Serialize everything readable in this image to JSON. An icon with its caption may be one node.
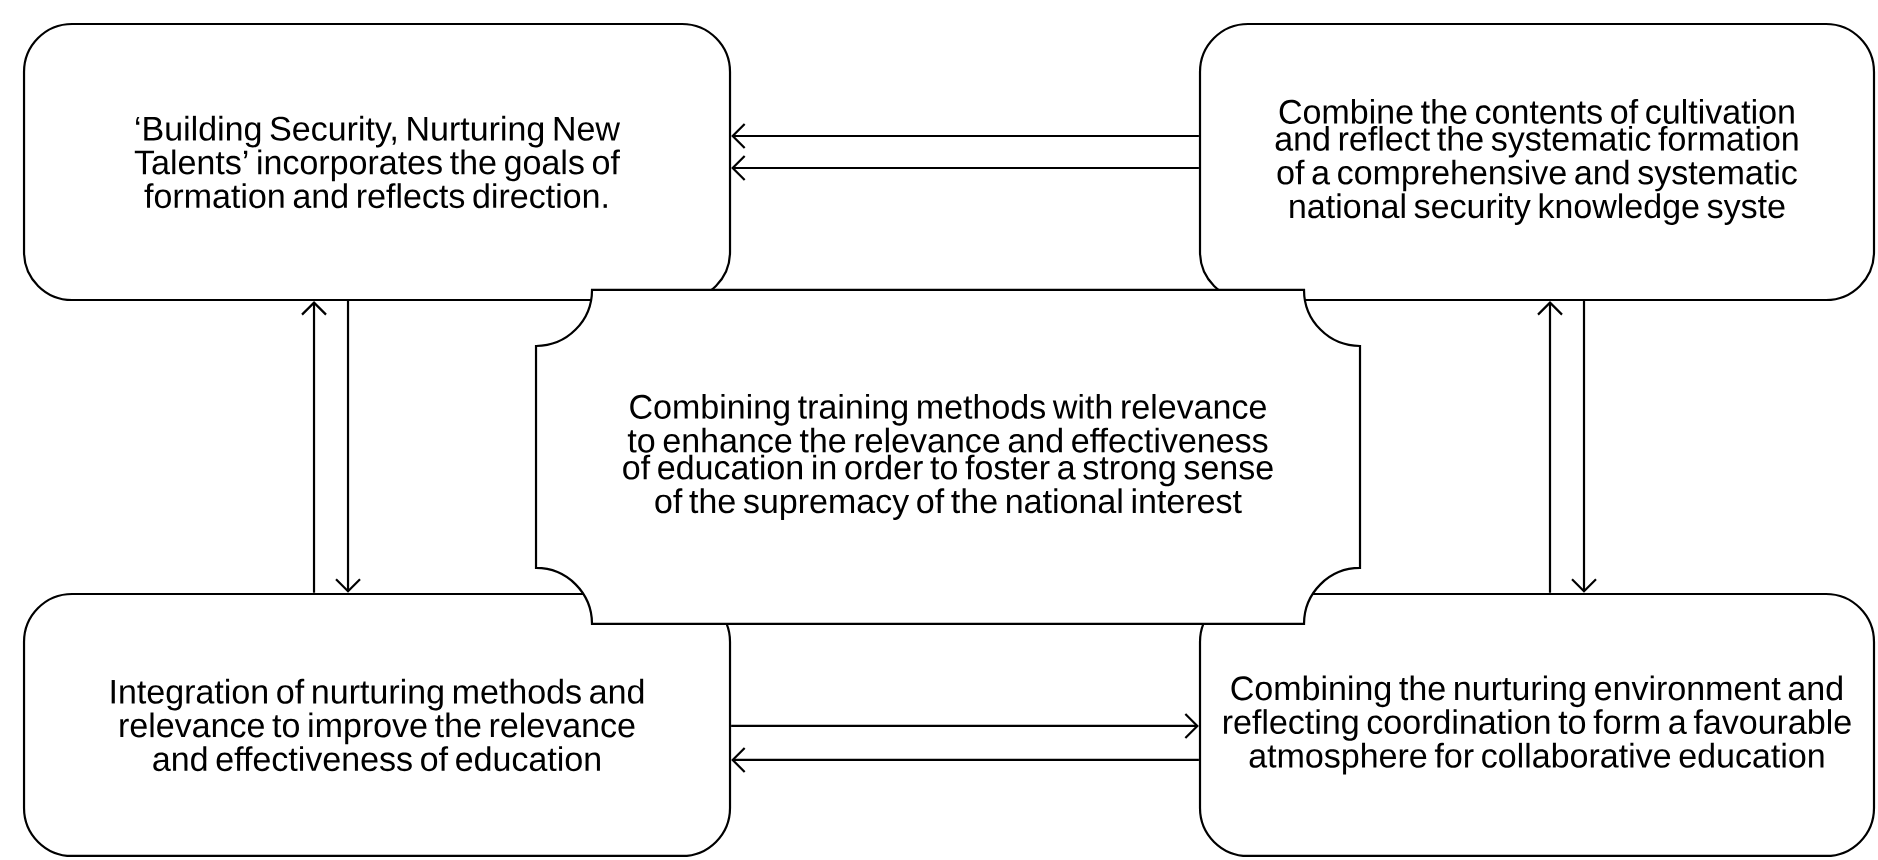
{
  "diagram": {
    "nodes": [
      {
        "text": [
          "‘Building Security, Nurturing New Talents’ incorporates the goals of formation and reflects direction."
        ]
      },
      {
        "text": [
          "Combine the contents of cultivation and reflect the systematic formation of a comprehensive and systematic national security knowledge syste"
        ]
      },
      {
        "text": [
          "Combining training methods with relevance to enhance the relevance and effectiveness of education in order to foster a strong sense of the supremacy of the national interest"
        ]
      },
      {
        "text": [
          "Integration of nurturing methods and relevance to improve the relevance and effectiveness of education"
        ]
      },
      {
        "text": [
          "Combining the nurturing environment and reflecting coordination to form a favourable atmosphere for collaborative education"
        ]
      }
    ],
    "edges": [
      {
        "from": 1,
        "to": 0,
        "arrow": "to"
      },
      {
        "from": 1,
        "to": 0,
        "arrow": "to"
      },
      {
        "from": 3,
        "to": 4,
        "arrow": "to"
      },
      {
        "from": 4,
        "to": 3,
        "arrow": "to"
      },
      {
        "from": 3,
        "to": 0,
        "arrow": "to"
      },
      {
        "from": 0,
        "to": 3,
        "arrow": "to"
      },
      {
        "from": 4,
        "to": 1,
        "arrow": "to"
      },
      {
        "from": 1,
        "to": 4,
        "arrow": "to"
      }
    ]
  }
}
